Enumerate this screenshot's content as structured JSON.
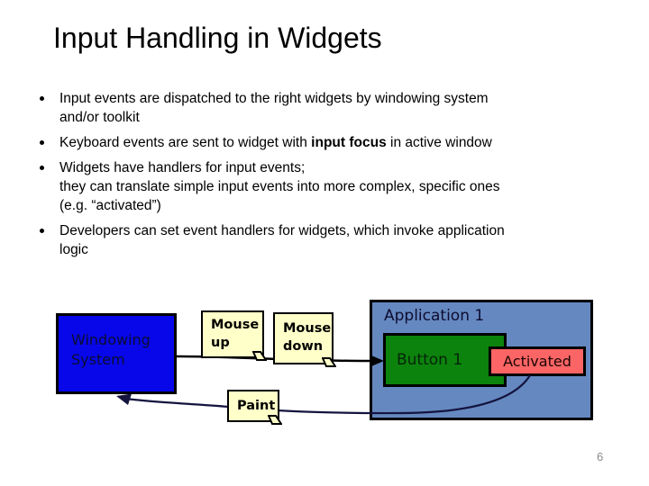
{
  "slide": {
    "title": "Input Handling in Widgets",
    "page_number": "6",
    "bullets": [
      {
        "text": "Input events are dispatched to the right widgets by windowing system\nand/or toolkit"
      },
      {
        "pre": "Keyboard events are sent to widget with ",
        "bold": "input focus",
        "post": " in active window"
      },
      {
        "text": "Widgets have handlers for input events;\nthey can translate simple input events into more complex, specific ones\n(e.g. “activated”)"
      },
      {
        "text": "Developers can set event handlers for widgets, which invoke application\nlogic"
      }
    ]
  },
  "diagram": {
    "windowing_system": {
      "label": "Windowing System",
      "fill": "#0707EA"
    },
    "application": {
      "label": "Application 1",
      "fill": "#6588C0"
    },
    "button": {
      "label": "Button 1",
      "fill": "#0C830C"
    },
    "activated": {
      "label": "Activated",
      "fill": "#FB6565"
    },
    "notes": {
      "mouse_up": "Mouse up",
      "mouse_down": "Mouse down",
      "paint": "Paint",
      "fill": "#FFFFC9"
    },
    "arrow_color": "#000000",
    "return_arrow_color": "#14143f"
  }
}
